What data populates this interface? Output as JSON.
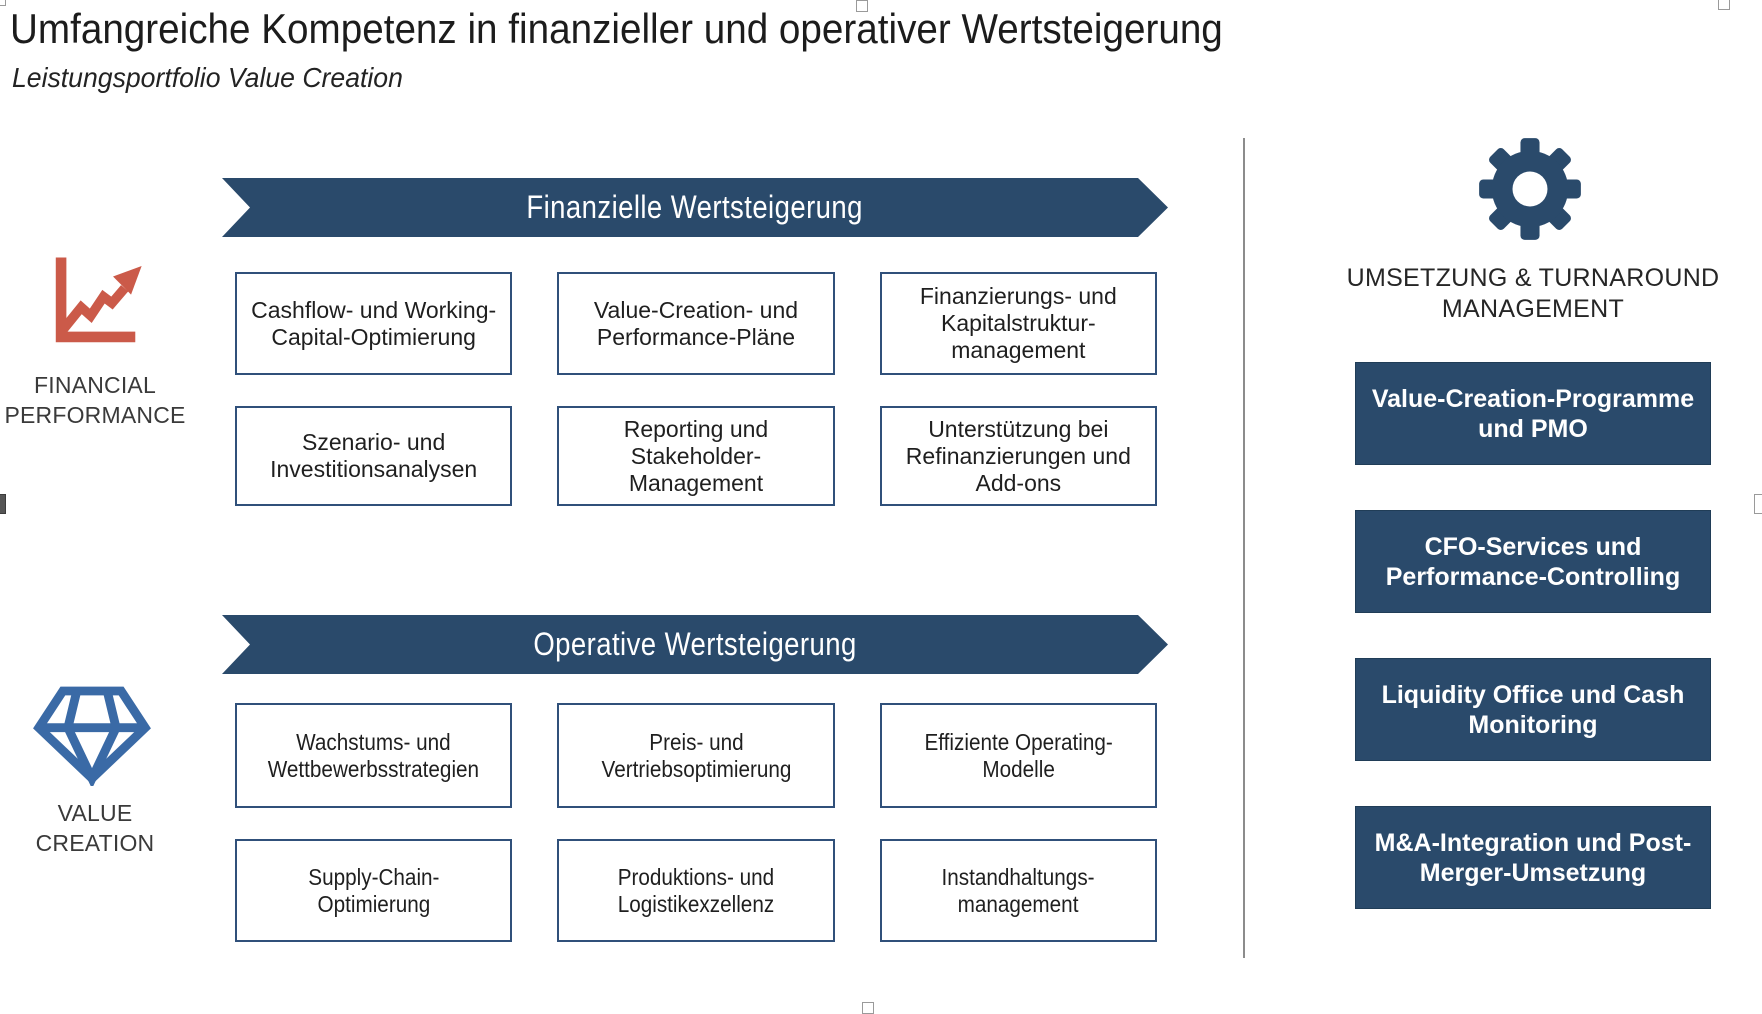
{
  "slide": {
    "title": "Umfangreiche Kompetenz in finanzieller und operativer Wertsteigerung",
    "subtitle": "Leistungsportfolio Value Creation"
  },
  "left_rail": {
    "financial": {
      "icon": "line-chart-icon",
      "label": "FINANCIAL\nPERFORMANCE"
    },
    "value_creation": {
      "icon": "diamond-icon",
      "label": "VALUE\nCREATION"
    }
  },
  "sections": {
    "financial": {
      "banner_label": "Finanzielle Wertsteigerung",
      "boxes": [
        "Cashflow- und Working-\nCapital-Optimierung",
        "Value-Creation- und\nPerformance-Pläne",
        "Finanzierungs- und\nKapitalstruktur-\nmanagement",
        "Szenario- und\nInvestitionsanalysen",
        "Reporting und\nStakeholder-\nManagement",
        "Unterstützung bei\nRefinanzierungen und\nAdd-ons"
      ]
    },
    "operative": {
      "banner_label": "Operative Wertsteigerung",
      "boxes": [
        "Wachstums- und\nWettbewerbsstrategien",
        "Preis- und\nVertriebsoptimierung",
        "Effiziente Operating-\nModelle",
        "Supply-Chain-\nOptimierung",
        "Produktions- und\nLogistikexzellenz",
        "Instandhaltungs-\nmanagement"
      ]
    }
  },
  "right_panel": {
    "icon": "gear-icon",
    "heading": "UMSETZUNG & TURNAROUND\nMANAGEMENT",
    "boxes": [
      "Value-Creation-Programme\nund PMO",
      "CFO-Services und\nPerformance-Controlling",
      "Liquidity Office und Cash\nMonitoring",
      "M&A-Integration und Post-\nMerger-Umsetzung"
    ]
  },
  "colors": {
    "navy": "#2A4A6B",
    "accent_red": "#CB5A49",
    "accent_blue": "#3A6AA6",
    "divider_gray": "#8C8C8C",
    "text_dark": "#1F1F1F"
  }
}
